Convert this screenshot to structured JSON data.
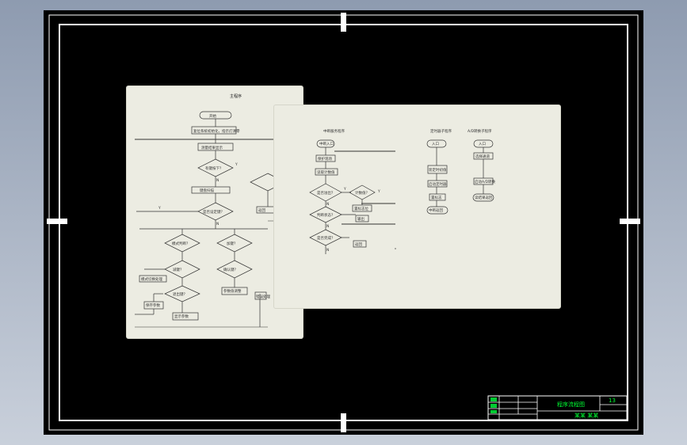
{
  "drawing_sheet": {
    "title_block": {
      "drawing_title": "程序流程图",
      "sheet_code": "13",
      "company_text": "某某 某某"
    }
  },
  "flowchart_left": {
    "title": "主程序",
    "start_label": "开始",
    "init_label": "复位系统初始化，指示灯清零",
    "step_main": "测量结果显示",
    "decision_key": "有键按下？",
    "step_key": "键盘扫描",
    "decision_set": "是否设定键？",
    "decision_mode": "模式判断？",
    "decision_up": "加键？",
    "decision_down": "减键？",
    "decision_confirm": "确认键？",
    "decision_exit": "退出键？",
    "step_mode": "模式切换处理",
    "step_save": "保存参数",
    "step_adjust": "参数值调整",
    "step_show": "显示参数",
    "step_ret": "返回",
    "step_err": "错误处理",
    "yes": "Y",
    "no": "N"
  },
  "flowchart_right": {
    "col1_title": "中断服务程序",
    "col2_title": "定时器子程序",
    "col3_title": "A/D转换子程序",
    "c1_start": "中断入口",
    "c1_save": "保护现场",
    "c1_read": "读取计数值",
    "c1_dec1": "是否溢出？",
    "c1_dec1b": "计数值？",
    "c1_set": "置标志位",
    "c1_dec2": "判断状态？",
    "c1_out": "输出",
    "c1_dec3": "是否完成？",
    "c1_ret": "返回",
    "c2_start": "入口",
    "c2_load": "装定时初值",
    "c2_run": "启动定时器",
    "c2_flag": "置标志",
    "c2_ret": "中断返回",
    "c3_start": "入口",
    "c3_sel": "选择通道",
    "c3_conv": "启动A/D转换",
    "c3_ret": "读结果返回",
    "yes": "Y",
    "no": "N"
  }
}
